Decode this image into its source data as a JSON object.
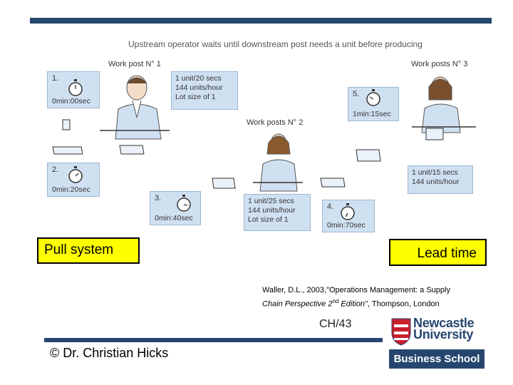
{
  "diagram": {
    "caption": "Upstream operator waits until downstream post needs a unit before producing",
    "posts": [
      {
        "label": "Work post N° 1"
      },
      {
        "label": "Work posts N° 2"
      },
      {
        "label": "Work posts N° 3"
      }
    ],
    "info_boxes": [
      {
        "lines": [
          "1 unit/20 secs",
          "144 units/hour",
          "Lot size of 1"
        ]
      },
      {
        "lines": [
          "1 unit/25 secs",
          "144 units/hour",
          "Lot size of 1"
        ]
      },
      {
        "lines": [
          "1 unit/15 secs",
          "144 units/hour"
        ]
      }
    ],
    "timers": [
      {
        "num": "1.",
        "time": "0min:00sec"
      },
      {
        "num": "2.",
        "time": "0min:20sec"
      },
      {
        "num": "3.",
        "time": "0min:40sec"
      },
      {
        "num": "4.",
        "time": "0min:70sec"
      },
      {
        "num": "5.",
        "time": "1min:15sec"
      }
    ]
  },
  "labels": {
    "pull_system": "Pull system",
    "lead_time": "Lead time"
  },
  "reference": {
    "line1": "Waller, D.L., 2003,\"Operations Management: a Supply",
    "line2_italic": "Chain Perspective 2",
    "line2_sup": "nd",
    "line2_rest_italic": " Edition\"",
    "line2_end": ", Thompson, London"
  },
  "slide_number": "CH/43",
  "copyright": "© Dr. Christian Hicks",
  "logo": {
    "name_line1": "Newcastle",
    "name_line2": "University",
    "school": "Business School"
  },
  "colors": {
    "brand_navy": "#26466e",
    "highlight_yellow": "#ffff00",
    "box_blue": "#cfe0f1"
  }
}
